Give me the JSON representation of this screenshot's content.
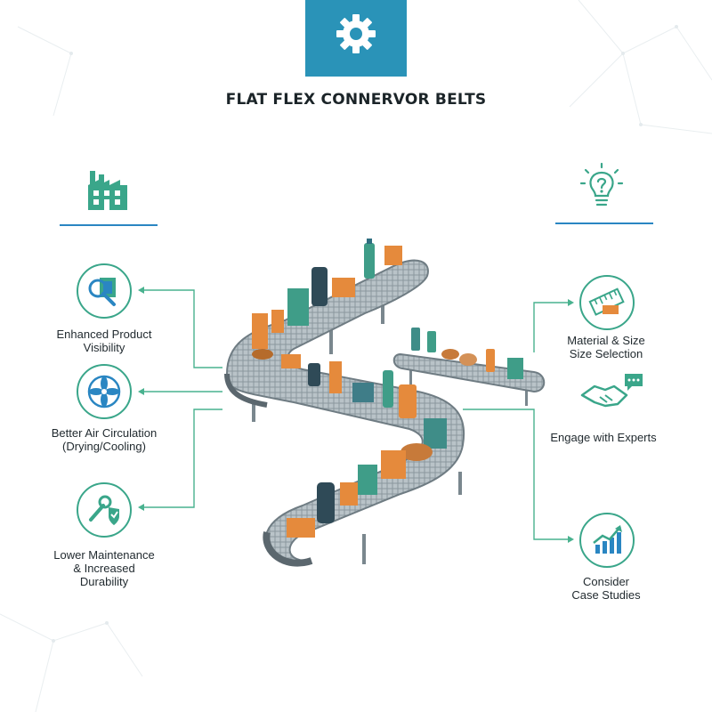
{
  "title": "FLAT FLEX CONNERVOR BELTS",
  "colors": {
    "accent_blue": "#2a93b8",
    "accent_green": "#3aa68a",
    "connector": "#49b28f",
    "belt": "#7f8c93",
    "box_orange": "#e58a3c",
    "box_teal": "#3f9d88"
  },
  "header_icon": "gear-icon",
  "left_panel": {
    "header_icon": "factory-icon",
    "benefits": [
      {
        "icon": "magnifier-box-icon",
        "label": "Enhanced Product\nVisibility"
      },
      {
        "icon": "fan-icon",
        "label": "Better Air Circulation\n(Drying/Cooling)"
      },
      {
        "icon": "wrench-shield-icon",
        "label": "Lower Maintenance\n& Increased\nDurability"
      }
    ]
  },
  "right_panel": {
    "header_icon": "lightbulb-question-icon",
    "tips": [
      {
        "icon": "ruler-grid-icon",
        "label": "Material & Size\nSize Selection"
      },
      {
        "icon": "handshake-chat-icon",
        "label": "Engage with Experts"
      },
      {
        "icon": "growth-chart-icon",
        "label": "Consider\nCase Studies"
      }
    ]
  }
}
